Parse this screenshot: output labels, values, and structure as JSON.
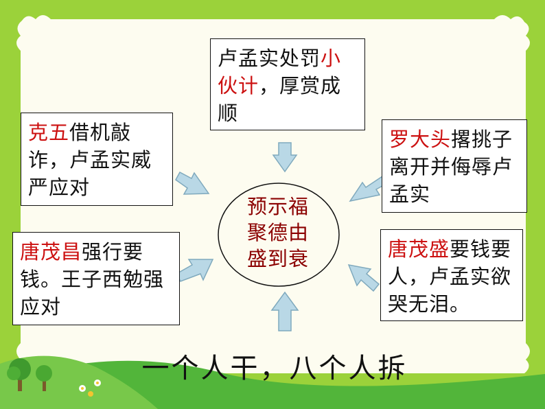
{
  "top_box": {
    "prefix": "卢孟实处罚",
    "highlight": "小伙计",
    "suffix": "，厚赏成顺"
  },
  "left_top_box": {
    "highlight": "克五",
    "text": "借机敲诈，卢孟实威严应对"
  },
  "right_top_box": {
    "highlight": "罗大头",
    "text": "撂挑子离开并侮辱卢孟实"
  },
  "left_bottom_box": {
    "highlight": "唐茂昌",
    "text": "强行要钱。王子西勉强应对"
  },
  "right_bottom_box": {
    "highlight": "唐茂盛",
    "text": "要钱要人，卢孟实欲哭无泪。"
  },
  "center": {
    "text": "预示福聚德由盛到衰"
  },
  "bottom": {
    "text": "一个人干，八个人拆"
  },
  "colors": {
    "highlight": "#cc1111",
    "center_text": "#8b0000",
    "arrow_fill": "#b9d8e6",
    "arrow_stroke": "#7fa9bd"
  }
}
